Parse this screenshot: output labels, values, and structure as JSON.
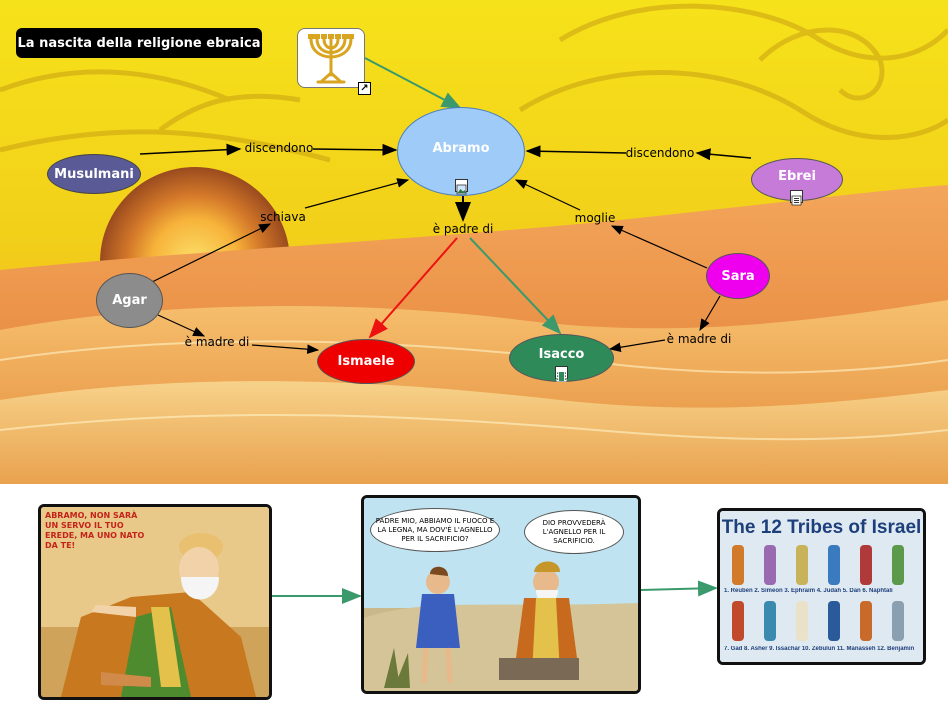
{
  "title": "La nascita della religione ebraica",
  "nodes": {
    "abramo": "Abramo",
    "musulmani": "Musulmani",
    "ebrei": "Ebrei",
    "sara": "Sara",
    "agar": "Agar",
    "ismaele": "Ismaele",
    "isacco": "Isacco"
  },
  "links": {
    "discendono_left": "discendono",
    "discendono_right": "discendono",
    "schiava": "schiava",
    "moglie": "moglie",
    "padre_di": "è padre di",
    "madre_di_agar": "è madre di",
    "madre_di_sara": "è madre di"
  },
  "icons": {
    "menorah": "menorah-icon",
    "shortcut": "shortcut-arrow-icon",
    "image": "image-icon",
    "document": "document-icon",
    "film": "film-icon"
  },
  "colors": {
    "abramo": "#9ecbf7",
    "musulmani": "#5a5a96",
    "ebrei": "#c77bd9",
    "sara": "#ee00ee",
    "agar": "#8c8c8c",
    "ismaele": "#ee0000",
    "isacco": "#2f8a5a",
    "red_arrow": "#ee1111",
    "green_arrow": "#3b9a6b"
  },
  "comics": {
    "panel1_text": "ABRAMO, NON SARÀ UN SERVO IL TUO EREDE, MA UNO NATO DA TE!",
    "panel2_bubble1": "PADRE MIO, ABBIAMO IL FUOCO E LA LEGNA, MA DOV'È L'AGNELLO PER IL SACRIFICIO?",
    "panel2_bubble2": "DIO PROVVEDERÀ L'AGNELLO PER IL SACRIFICIO.",
    "panel3_title": "The 12 Tribes of Israel",
    "panel3_row1": "1. Reuben  2. Simeon  3. Ephraim  4. Judah  5. Dan  6. Naphtali",
    "panel3_row2": "7. Gad  8. Asher  9. Issachar  10. Zebulun  11. Manasseh  12. Benjamin"
  }
}
